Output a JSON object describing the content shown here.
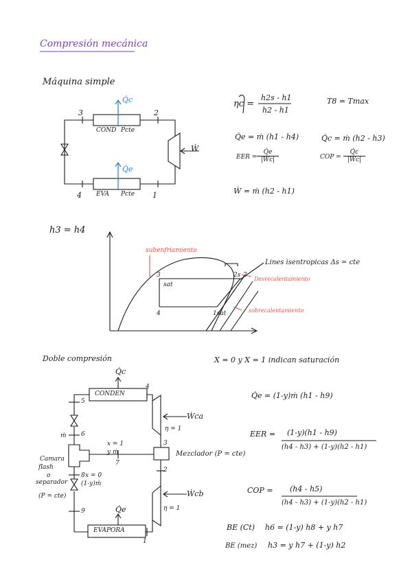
{
  "title": "Compresión mecánica",
  "simple": {
    "heading": "Máquina simple",
    "qc": "Q̇c",
    "qe": "Q̇e",
    "w": "Ẇ",
    "cond": "COND",
    "pcte_top": "Pcte",
    "eva": "EVA",
    "pcte_bottom": "Pcte",
    "n1": "1",
    "n2": "2",
    "n3": "3",
    "n4": "4",
    "eta_sym": "ηc =",
    "eta_num": "h2s - h1",
    "eta_den": "h2 - h1",
    "t8": "T8 = Tmax",
    "qe_eq": "Q̇e = ṁ (h1 - h4)",
    "qc_eq": "Q̇c = ṁ (h2 - h3)",
    "eer_lhs": "EER =",
    "eer_num": "Q̇e",
    "eer_den": "|Ẇc|",
    "cop_lhs": "COP =",
    "cop_num": "Q̇c",
    "cop_den": "|Ẇc|",
    "w_eq": "Ẇ = ṁ (h2 - h1)"
  },
  "diagram": {
    "h3h4": "h3 = h4",
    "subenfriamiento": "subenfriamiento",
    "lines_label": "Lines isentropicas Δs = cte",
    "desrecalentamiento": "Desrecalentamiento",
    "sobrecalentamiento": "sobrecalentamiento",
    "sat": "sat",
    "p3": "3",
    "p2s": "2s",
    "p2": "2",
    "p4": "4",
    "p1": "1sat"
  },
  "doble": {
    "heading": "Doble compresión",
    "saturacion": "X = 0  y  X = 1  indican saturación",
    "qc": "Q̇c",
    "qe": "Q̇e",
    "conden": "CONDEN",
    "evapora": "EVAPORA",
    "wca": "Ẇca",
    "wcb": "Ẇcb",
    "eta1": "η = 1",
    "eta2": "η = 1",
    "mezclador": "Mezclador (P = cte)",
    "camara": "Camara",
    "flash": "flash",
    "o": "o",
    "separador": "separador",
    "pcte": "(P = cte)",
    "mdot": "ṁ",
    "x1": "x = 1",
    "ym": "y ṁ",
    "x0": "x = 0",
    "oneym": "(1-y)ṁ",
    "n1": "1",
    "n2": "2",
    "n3": "3",
    "n4": "4",
    "n5": "5",
    "n6": "6",
    "n7": "7",
    "n8": "8",
    "n9": "9",
    "qe_eq": "Q̇e = (1-y)ṁ (h1 - h9)",
    "eer_lhs": "EER =",
    "eer_num": "(1-y)(h1 - h9)",
    "eer_den": "(h4 - h3) + (1-y)(h2 - h1)",
    "cop_lhs": "COP =",
    "cop_num": "(h4 - h5)",
    "cop_den": "(h4 - h3) + (1-y)(h2 - h1)",
    "be_ct": "BE (Ct)",
    "be_ct_eq": "h6 = (1-y) h8 + y h7",
    "be_mez": "BE (mez)",
    "be_mez_eq": "h3 = y h7 + (1-y) h2"
  }
}
